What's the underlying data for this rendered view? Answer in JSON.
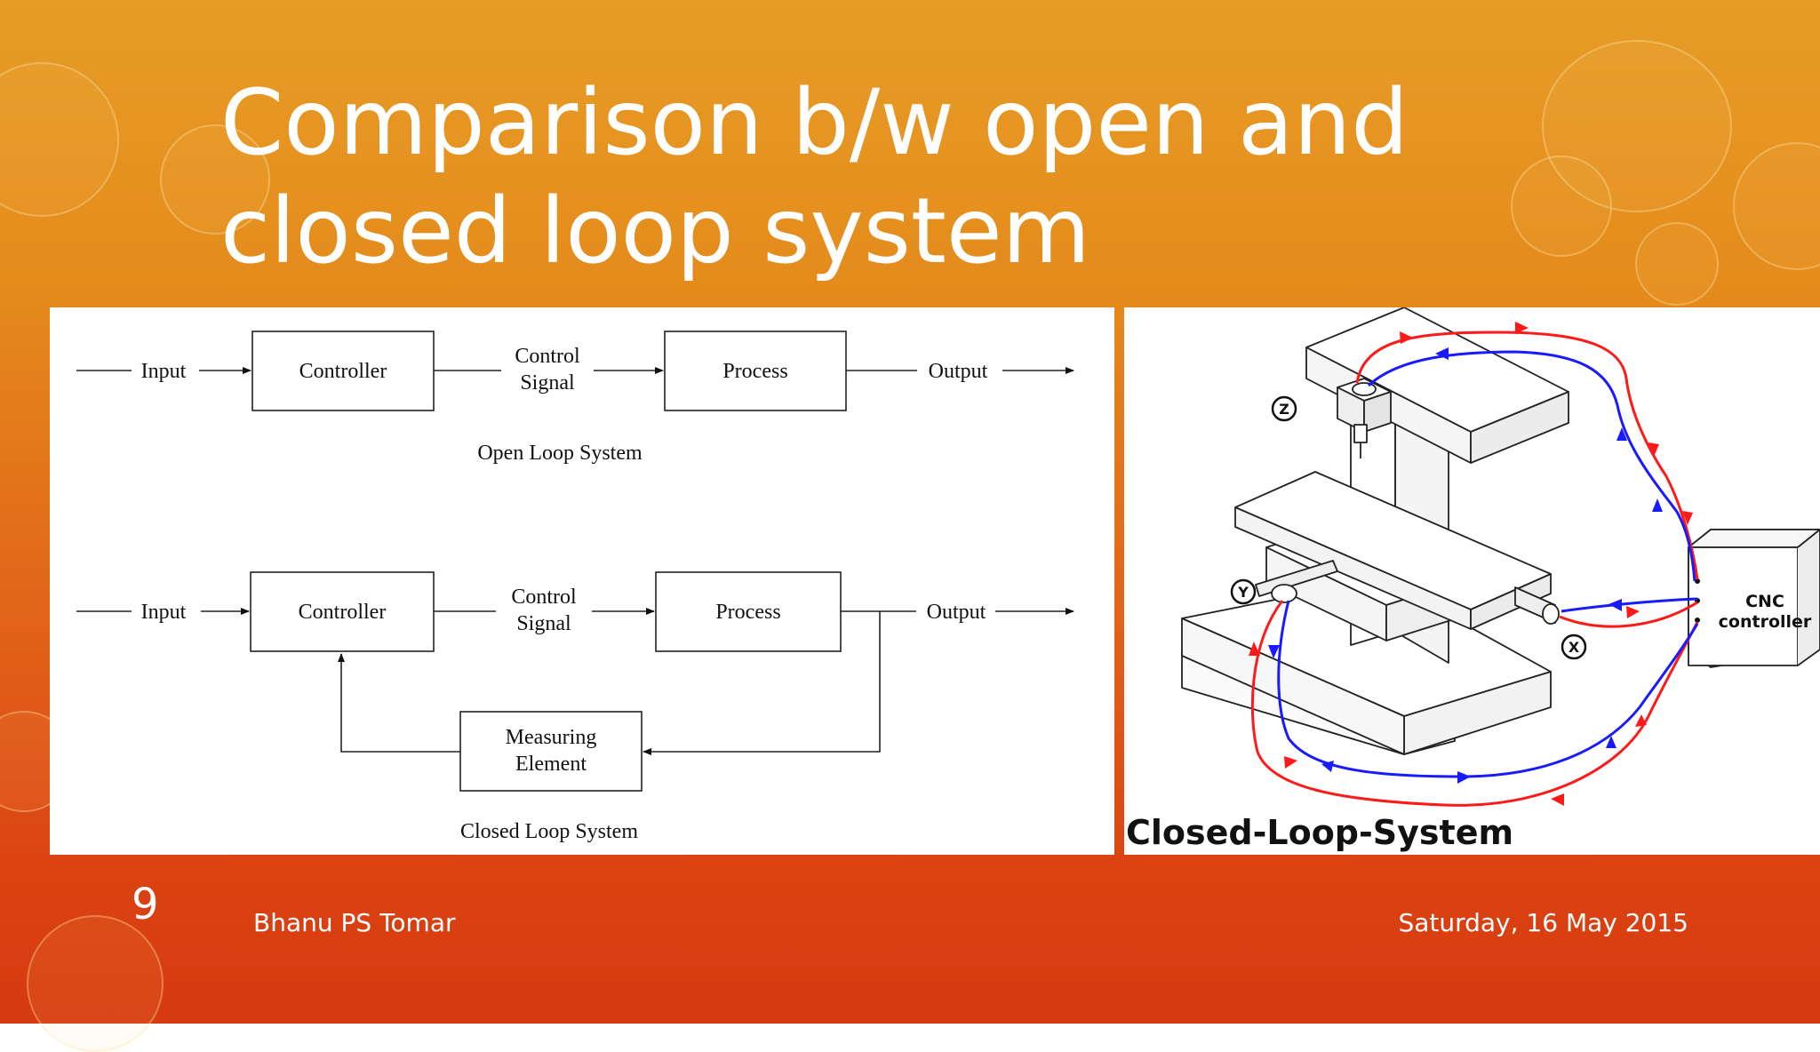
{
  "slide": {
    "title_line1": "Comparison b/w open and",
    "title_line2": "closed loop system",
    "number": "9",
    "author": "Bhanu PS Tomar",
    "date": "Saturday, 16 May 2015"
  },
  "open_loop": {
    "input": "Input",
    "controller": "Controller",
    "control_signal_1": "Control",
    "control_signal_2": "Signal",
    "process": "Process",
    "output": "Output",
    "caption": "Open Loop System"
  },
  "closed_loop": {
    "input": "Input",
    "controller": "Controller",
    "control_signal_1": "Control",
    "control_signal_2": "Signal",
    "process": "Process",
    "output": "Output",
    "measuring_1": "Measuring",
    "measuring_2": "Element",
    "caption": "Closed Loop System"
  },
  "cnc": {
    "axis_z": "Z",
    "axis_y": "Y",
    "axis_x": "X",
    "controller_1": "CNC",
    "controller_2": "controller",
    "caption": "Closed-Loop-System"
  },
  "colors": {
    "feedback_red": "#ff1a1a",
    "feedback_blue": "#1a1aff"
  }
}
